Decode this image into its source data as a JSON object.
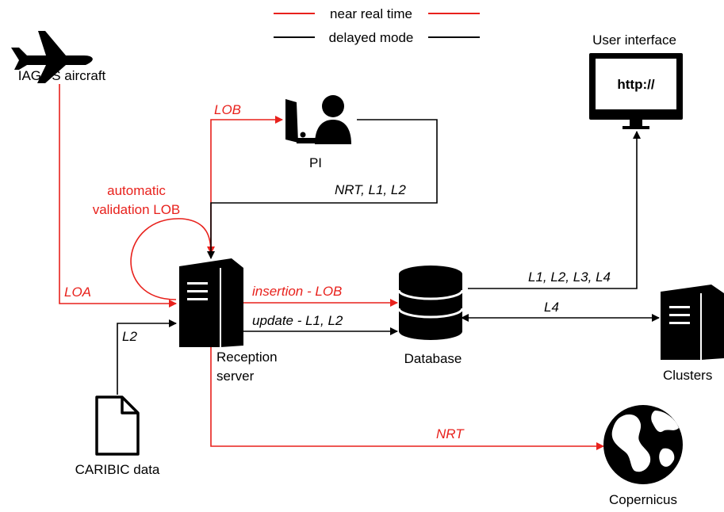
{
  "colors": {
    "near_real_time": "#e8211c",
    "delayed": "#000000"
  },
  "legend": {
    "near_real_time": "near real time",
    "delayed_mode": "delayed mode"
  },
  "nodes": {
    "aircraft": "IAGOS aircraft",
    "pi": "PI",
    "user_interface": "User interface",
    "screen_text": "http://",
    "reception_line1": "Reception",
    "reception_line2": "server",
    "database": "Database",
    "clusters": "Clusters",
    "caribic": "CARIBIC data",
    "copernicus": "Copernicus"
  },
  "edges": {
    "lob": "LOB",
    "auto_line1": "automatic",
    "auto_line2": "validation LOB",
    "nrt_l1_l2": "NRT, L1, L2",
    "loa": "LOA",
    "l2": "L2",
    "insertion": "insertion - LOB",
    "update": "update - L1, L2",
    "l1_l4": "L1, L2, L3, L4",
    "l4": "L4",
    "nrt": "NRT"
  },
  "icons": [
    "airplane-icon",
    "researcher-icon",
    "monitor-icon",
    "server-icon",
    "database-icon",
    "document-icon",
    "globe-icon"
  ]
}
